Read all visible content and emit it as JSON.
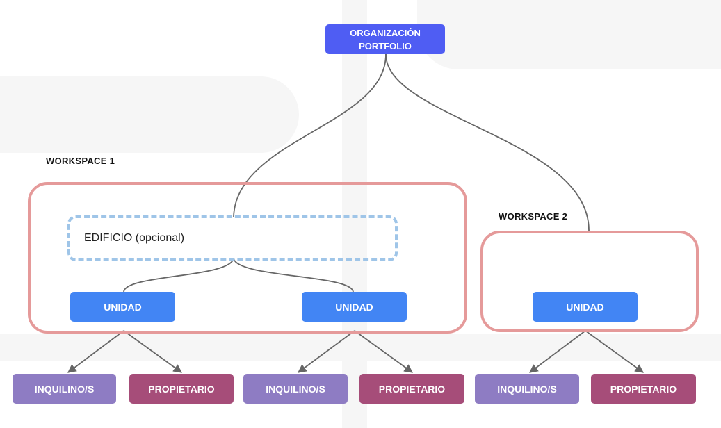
{
  "colors": {
    "organization": "#4f5df3",
    "unidad": "#4285f4",
    "inquilino": "#8e7cc3",
    "propietario": "#a64d79",
    "workspace_border": "#e59a9a",
    "edificio_border": "#9fc5e8",
    "connector": "#666666"
  },
  "organization": {
    "line1": "ORGANIZACIÓN",
    "line2": "PORTFOLIO"
  },
  "workspace1": {
    "label": "WORKSPACE 1",
    "edificio": "EDIFICIO (opcional)",
    "unidad_a": "UNIDAD",
    "unidad_b": "UNIDAD"
  },
  "workspace2": {
    "label": "WORKSPACE 2",
    "unidad": "UNIDAD"
  },
  "leaves": {
    "inquilino": "INQUILINO/S",
    "propietario": "PROPIETARIO"
  }
}
